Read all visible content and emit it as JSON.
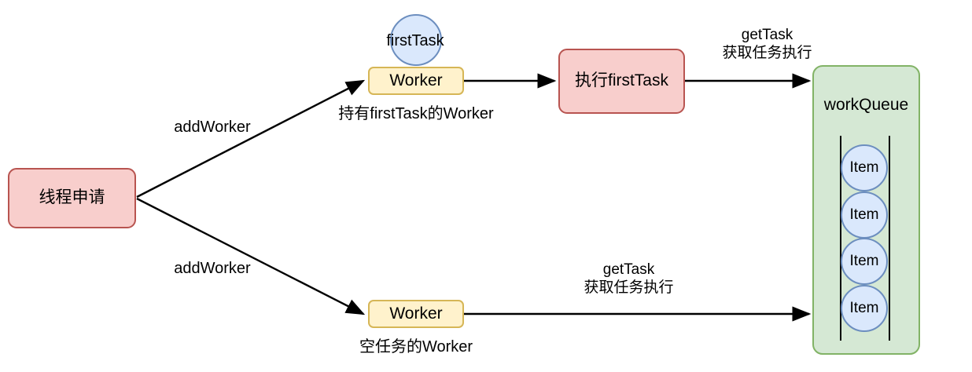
{
  "diagram": {
    "title": "Thread pool Worker / workQueue flow",
    "background": "#ffffff",
    "palette": {
      "pink_fill": "#f8cecc",
      "pink_stroke": "#b85450",
      "yellow_fill": "#fff2cc",
      "yellow_stroke": "#d6b656",
      "green_fill": "#d5e8d4",
      "green_stroke": "#82b366",
      "blue_fill": "#dae8fc",
      "blue_stroke": "#6c8ebf",
      "edge_stroke": "#000000",
      "text": "#000000"
    }
  },
  "nodes": {
    "thread_request": {
      "label": "线程申请"
    },
    "worker_with_task": {
      "label": "Worker",
      "caption": "持有firstTask的Worker"
    },
    "first_task": {
      "label": "firstTask"
    },
    "execute_first_task": {
      "label": "执行firstTask"
    },
    "worker_empty": {
      "label": "Worker",
      "caption": "空任务的Worker"
    },
    "work_queue": {
      "label": "workQueue"
    },
    "queue_items": [
      {
        "label": "Item"
      },
      {
        "label": "Item"
      },
      {
        "label": "Item"
      },
      {
        "label": "Item"
      }
    ]
  },
  "edges": {
    "add_worker_top": {
      "label": "addWorker"
    },
    "add_worker_bottom": {
      "label": "addWorker"
    },
    "worker_to_execute": {
      "label": ""
    },
    "get_task_top": {
      "line1": "getTask",
      "line2": "获取任务执行"
    },
    "get_task_bottom": {
      "line1": "getTask",
      "line2": "获取任务执行"
    }
  }
}
